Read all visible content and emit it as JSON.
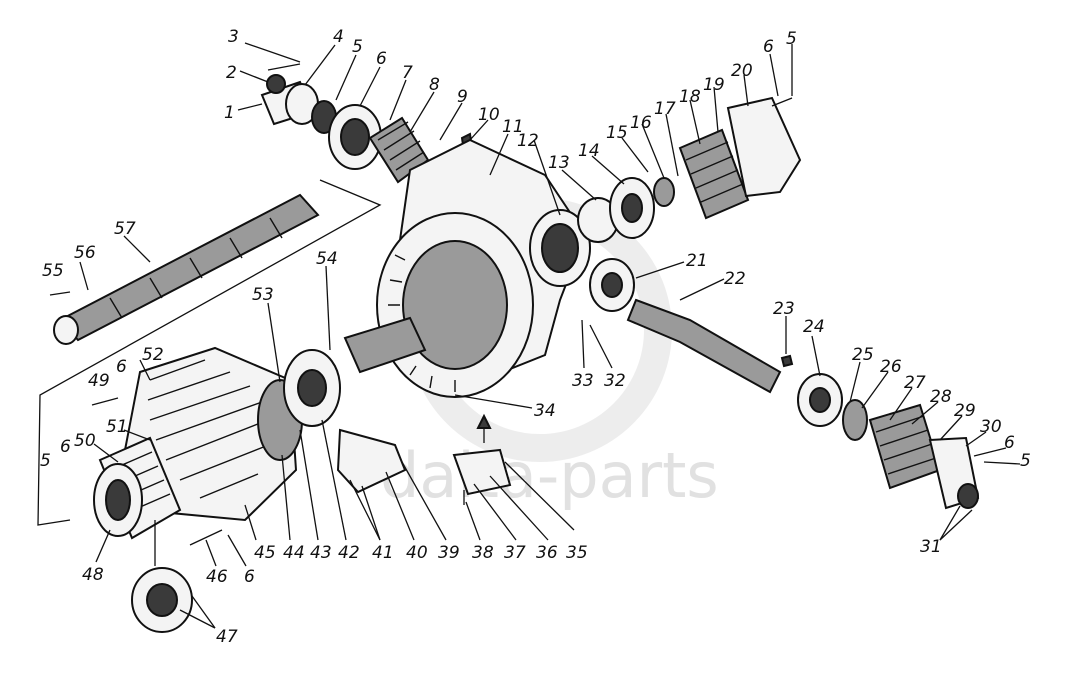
{
  "watermark": {
    "text": "dalta-parts",
    "color": "#c9c9c9"
  },
  "colors": {
    "ink": "#111111",
    "accent": "#8b1a1a"
  },
  "callouts": [
    {
      "id": "c1",
      "text": "1"
    },
    {
      "id": "c2",
      "text": "2"
    },
    {
      "id": "c3",
      "text": "3"
    },
    {
      "id": "c4",
      "text": "4"
    },
    {
      "id": "c5a",
      "text": "5"
    },
    {
      "id": "c6a",
      "text": "6"
    },
    {
      "id": "c7",
      "text": "7"
    },
    {
      "id": "c8",
      "text": "8"
    },
    {
      "id": "c9",
      "text": "9"
    },
    {
      "id": "c10",
      "text": "10"
    },
    {
      "id": "c11",
      "text": "11"
    },
    {
      "id": "c12",
      "text": "12"
    },
    {
      "id": "c13",
      "text": "13"
    },
    {
      "id": "c14",
      "text": "14"
    },
    {
      "id": "c15",
      "text": "15"
    },
    {
      "id": "c16",
      "text": "16"
    },
    {
      "id": "c17",
      "text": "17"
    },
    {
      "id": "c18",
      "text": "18"
    },
    {
      "id": "c19",
      "text": "19"
    },
    {
      "id": "c20",
      "text": "20"
    },
    {
      "id": "c6b",
      "text": "6"
    },
    {
      "id": "c5b",
      "text": "5"
    },
    {
      "id": "c21",
      "text": "21"
    },
    {
      "id": "c22",
      "text": "22"
    },
    {
      "id": "c23",
      "text": "23"
    },
    {
      "id": "c24",
      "text": "24"
    },
    {
      "id": "c25",
      "text": "25"
    },
    {
      "id": "c26",
      "text": "26"
    },
    {
      "id": "c27",
      "text": "27"
    },
    {
      "id": "c28",
      "text": "28"
    },
    {
      "id": "c29",
      "text": "29"
    },
    {
      "id": "c30",
      "text": "30"
    },
    {
      "id": "c6c",
      "text": "6"
    },
    {
      "id": "c5c",
      "text": "5"
    },
    {
      "id": "c31",
      "text": "31"
    },
    {
      "id": "c32",
      "text": "32"
    },
    {
      "id": "c33",
      "text": "33"
    },
    {
      "id": "c34",
      "text": "34"
    },
    {
      "id": "c35",
      "text": "35"
    },
    {
      "id": "c36",
      "text": "36"
    },
    {
      "id": "c37",
      "text": "37"
    },
    {
      "id": "c38",
      "text": "38"
    },
    {
      "id": "c39",
      "text": "39"
    },
    {
      "id": "c40",
      "text": "40"
    },
    {
      "id": "c41",
      "text": "41"
    },
    {
      "id": "c42",
      "text": "42"
    },
    {
      "id": "c43",
      "text": "43"
    },
    {
      "id": "c44",
      "text": "44"
    },
    {
      "id": "c45",
      "text": "45"
    },
    {
      "id": "c46",
      "text": "46"
    },
    {
      "id": "c6d",
      "text": "6"
    },
    {
      "id": "c47",
      "text": "47"
    },
    {
      "id": "c48",
      "text": "48"
    },
    {
      "id": "c5d",
      "text": "5"
    },
    {
      "id": "c6e",
      "text": "6"
    },
    {
      "id": "c50",
      "text": "50"
    },
    {
      "id": "c51",
      "text": "51"
    },
    {
      "id": "c49",
      "text": "49"
    },
    {
      "id": "c6f",
      "text": "6"
    },
    {
      "id": "c52",
      "text": "52"
    },
    {
      "id": "c53",
      "text": "53"
    },
    {
      "id": "c54",
      "text": "54"
    },
    {
      "id": "c55",
      "text": "55"
    },
    {
      "id": "c56",
      "text": "56"
    },
    {
      "id": "c57",
      "text": "57"
    }
  ]
}
